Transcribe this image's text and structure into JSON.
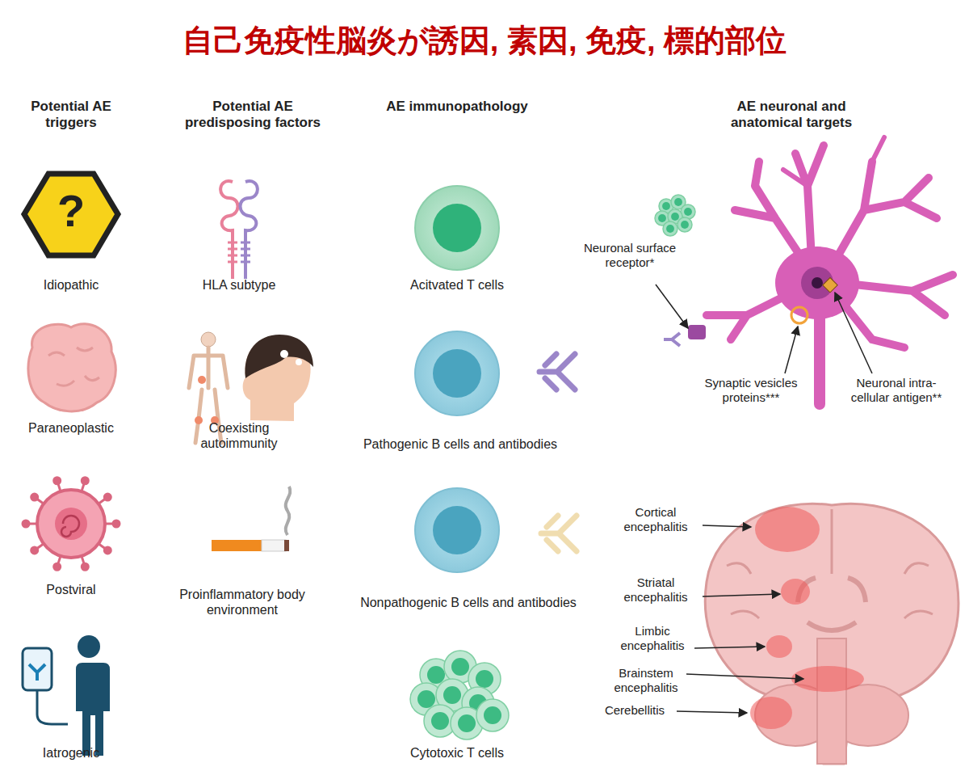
{
  "diagram": {
    "title": "自己免疫性脳炎が誘因, 素因, 免疫, 標的部位",
    "labels": [
      "Potential AE triggers",
      "Potential AE predisposing factors",
      "AE immunopathology",
      "AE neuronal and anatomical targets",
      "?",
      "Idiopathic",
      "HLA subtype",
      "Acitvated T cells",
      "Neuronal surface receptor*",
      "Synaptic vesicles proteins***",
      "Neuronal intra- cellular antigen**",
      "Paraneoplastic",
      "Coexisting autoimmunity",
      "Pathogenic B cells and antibodies",
      "Cortical encephalitis",
      "Postviral",
      "Proinflammatory body environment",
      "Nonpathogenic B cells and antibodies",
      "Striatal encephalitis",
      "Limbic encephalitis",
      "Brainstem encephalitis",
      "Cerebellitis",
      "Iatrogenic",
      "Cytotoxic T cells"
    ]
  }
}
